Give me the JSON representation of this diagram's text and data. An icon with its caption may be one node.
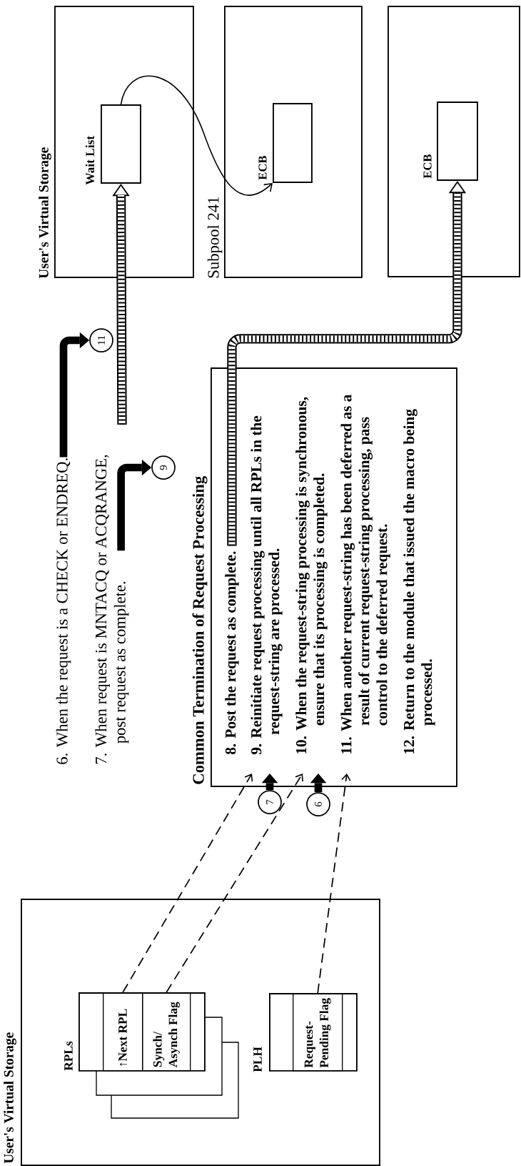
{
  "diagram": {
    "nodes": [
      {
        "text": [
          "User's Virtual Storage"
        ]
      },
      {
        "text": [
          "Wait List"
        ],
        "in": 0
      },
      {
        "text": [
          "Subpool 241"
        ]
      },
      {
        "text": [
          "ECB"
        ],
        "in": 2
      },
      {
        "text": [],
        "shape": "box"
      },
      {
        "text": [
          "ECB"
        ],
        "in": 4
      },
      {
        "text": [
          "6. When the request is a CHECK or ENDREQ."
        ]
      },
      {
        "text": [
          "11"
        ]
      },
      {
        "text": [
          "7. When request is MNTACQ or ACQRANGE, post request as complete."
        ]
      },
      {
        "text": [
          "9"
        ]
      },
      {
        "text": [
          "Common Termination of Request Processing"
        ]
      },
      {
        "text": [
          "8. Post the request as complete."
        ],
        "in": 10
      },
      {
        "text": [
          "9. Reinitiate request processing until all RPLs in the request-string are processed."
        ],
        "in": 10
      },
      {
        "text": [
          "10. When the request-string processing is synchronous, ensure that its processing is completed."
        ],
        "in": 10
      },
      {
        "text": [
          "11. When another request-string has been deferred as a result of current request-string processing, pass control to the deferred request."
        ],
        "in": 10
      },
      {
        "text": [
          "12. Return to the module that issued the macro being processed."
        ],
        "in": 10
      },
      {
        "text": [
          "7"
        ]
      },
      {
        "text": [
          "6"
        ]
      },
      {
        "text": [
          "User's Virtual Storage"
        ]
      },
      {
        "text": [
          "RPLs"
        ],
        "in": 18
      },
      {
        "text": [
          "↑Next RPL"
        ],
        "in": 19
      },
      {
        "text": [
          "Synch/ Asynch Flag"
        ],
        "in": 19
      },
      {
        "text": [
          "PLH"
        ],
        "in": 18
      },
      {
        "text": [
          "Request-Pending Flag"
        ],
        "in": 22
      }
    ],
    "edges": [
      {
        "from": null,
        "to": 1,
        "arrow": "to",
        "color": "#ffffff"
      },
      {
        "from": 1,
        "to": 3,
        "arrow": "to"
      },
      {
        "from": 11,
        "to": 5,
        "arrow": "to",
        "color": "#ffffff"
      },
      {
        "from": 6,
        "to": 7,
        "arrow": "to"
      },
      {
        "from": 8,
        "to": 9,
        "arrow": "to"
      },
      {
        "from": 16,
        "to": 12,
        "arrow": "to"
      },
      {
        "from": 17,
        "to": 13,
        "arrow": "to"
      },
      {
        "from": 20,
        "to": 12,
        "arrow": "to",
        "style": "dashed"
      },
      {
        "from": 21,
        "to": 13,
        "arrow": "to",
        "style": "dashed"
      },
      {
        "from": 23,
        "to": 14,
        "arrow": "to",
        "style": "dashed"
      }
    ]
  }
}
